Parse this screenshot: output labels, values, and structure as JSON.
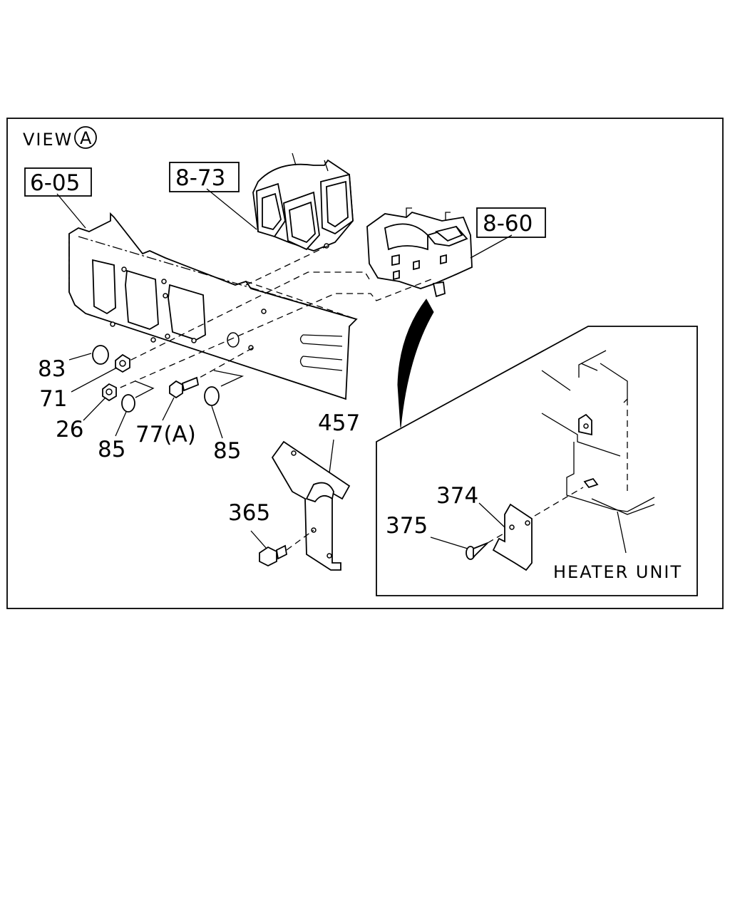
{
  "view_label": {
    "text": "VIEW",
    "letter": "A"
  },
  "boxed_refs": {
    "ref_605": "6-05",
    "ref_873": "8-73",
    "ref_860": "8-60"
  },
  "callouts": {
    "c83": "83",
    "c71": "71",
    "c26": "26",
    "c85_left": "85",
    "c77a": "77(A)",
    "c85_right": "85",
    "c457": "457",
    "c365": "365",
    "c374": "374",
    "c375": "375"
  },
  "inset": {
    "heater_unit_label": "HEATER UNIT"
  }
}
